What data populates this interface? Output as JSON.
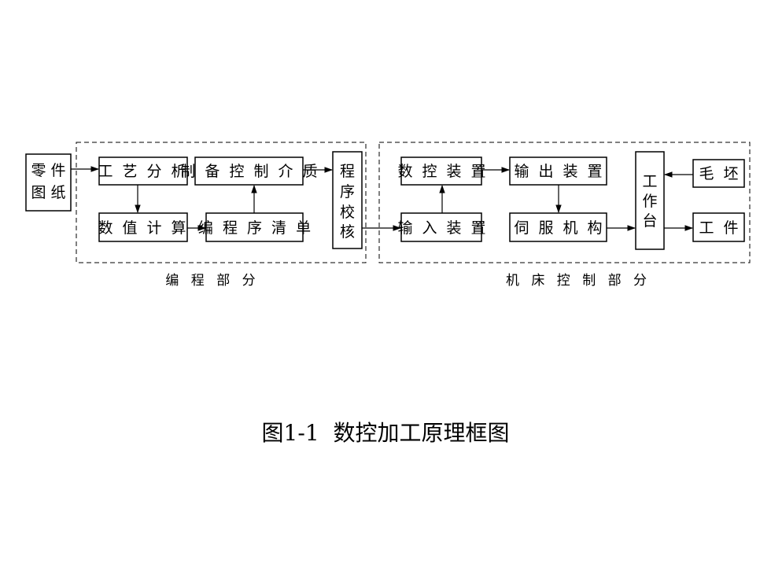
{
  "diagram": {
    "nodes": {
      "part_drawing": [
        "零 件",
        "图 纸"
      ],
      "process_analysis": "工 艺 分 析",
      "numeric_calc": "数 值 计 算",
      "make_media": "制 备 控 制 介 质",
      "program_list": "编 程 序 清 单",
      "program_check": [
        "程",
        "序",
        "校",
        "核"
      ],
      "nc_device": "数 控 装 置",
      "input_device": "输 入 装 置",
      "output_device": "输 出 装 置",
      "servo": "伺 服 机 构",
      "worktable": [
        "工",
        "作",
        "台"
      ],
      "blank": "毛 坯",
      "workpiece": "工 件"
    },
    "groups": {
      "programming": "编 程 部 分",
      "machine_control": "机 床 控 制 部 分"
    },
    "caption": "图1-1  数控加工原理框图"
  }
}
